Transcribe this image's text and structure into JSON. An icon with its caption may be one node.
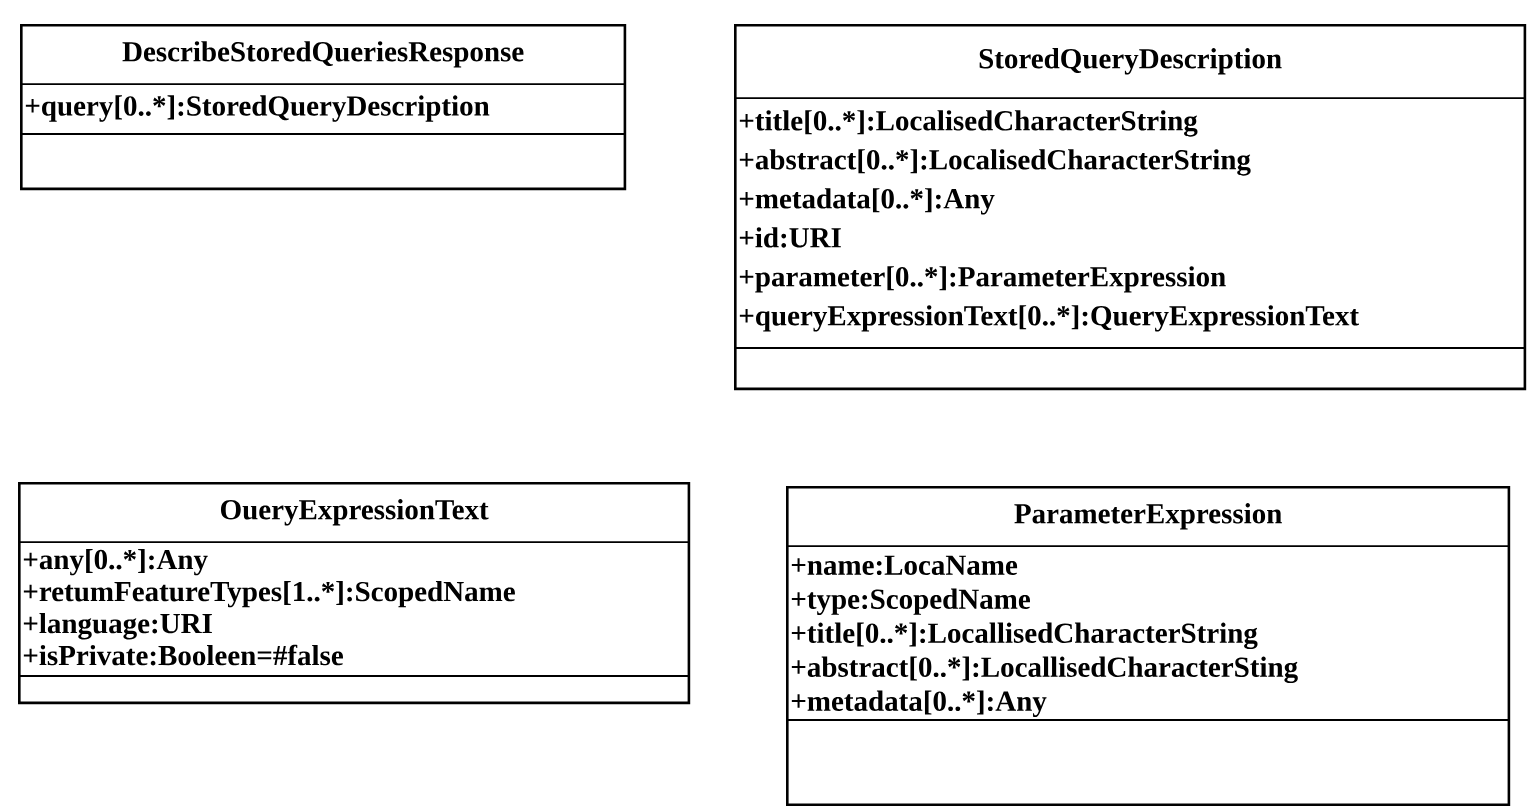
{
  "diagram": {
    "nodes": [
      {
        "text": [
          "DescribeStoredQueriesResponse",
          "+query[0..*]:StoredQueryDescription"
        ]
      },
      {
        "text": [
          "StoredQueryDescription",
          "+title[0..*]:LocalisedCharacterString",
          "+abstract[0..*]:LocalisedCharacterString",
          "+metadata[0..*]:Any",
          "+id:URI",
          "+parameter[0..*]:ParameterExpression",
          "+queryExpressionText[0..*]:QueryExpressionText"
        ]
      },
      {
        "text": [
          "OueryExpressionText",
          "+any[0..*]:Any",
          "+retumFeatureTypes[1..*]:ScopedName",
          "+language:URI",
          "+isPrivate:Booleen=#false"
        ]
      },
      {
        "text": [
          "ParameterExpression",
          "+name:LocaName",
          "+type:ScopedName",
          "+title[0..*]:LocallisedCharacterString",
          "+abstract[0..*]:LocallisedCharacterSting",
          "+metadata[0..*]:Any"
        ]
      }
    ]
  }
}
